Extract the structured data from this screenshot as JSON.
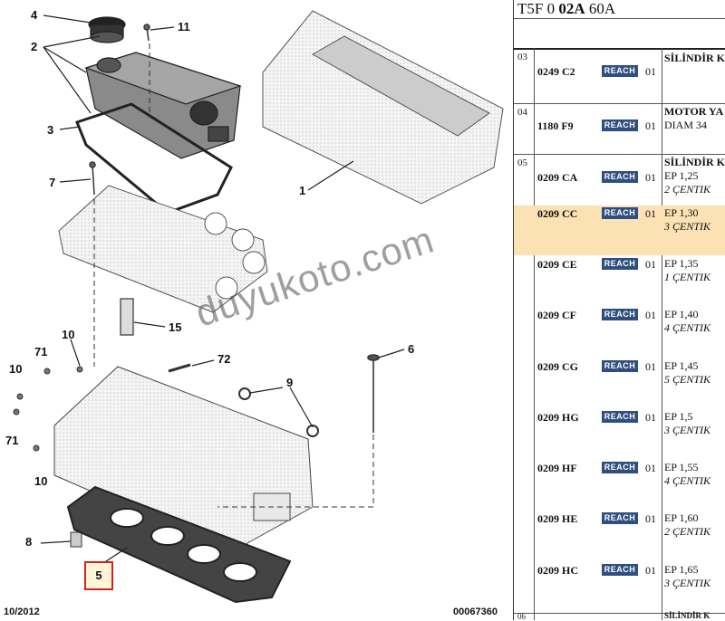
{
  "diagram": {
    "callouts": [
      "4",
      "2",
      "11",
      "3",
      "7",
      "1",
      "15",
      "10",
      "71",
      "72",
      "6",
      "10",
      "9",
      "71",
      "10",
      "8",
      "5"
    ],
    "date": "10/2012",
    "ref": "00067360",
    "watermark": "duyukoto.com"
  },
  "panel": {
    "title_prefix": "T5F 0 ",
    "title_bold": "02A",
    "title_suffix": " 60A",
    "rows": [
      {
        "group": "03",
        "code": "0249 C2",
        "qty": "01",
        "desc1": "SİLİNDİR K",
        "desc2": "",
        "bold": true,
        "highlight": false
      },
      {
        "group": "04",
        "code": "1180 F9",
        "qty": "01",
        "desc1": "MOTOR YA",
        "desc2": "DIAM 34",
        "bold": true,
        "highlight": false
      },
      {
        "group": "05",
        "code": "0209 CA",
        "qty": "01",
        "desc1": "SİLİNDİR K",
        "desc2": "EP 1,25",
        "desc3": "2 ÇENTIK",
        "bold": true,
        "highlight": false
      },
      {
        "group": "",
        "code": "0209 CC",
        "qty": "01",
        "desc1": "EP 1,30",
        "desc2": "3 ÇENTIK",
        "highlight": true
      },
      {
        "group": "",
        "code": "0209 CE",
        "qty": "01",
        "desc1": "EP 1,35",
        "desc2": "1 ÇENTIK",
        "highlight": false
      },
      {
        "group": "",
        "code": "0209 CF",
        "qty": "01",
        "desc1": "EP 1,40",
        "desc2": "4 ÇENTIK",
        "highlight": false
      },
      {
        "group": "",
        "code": "0209 CG",
        "qty": "01",
        "desc1": "EP 1,45",
        "desc2": "5 ÇENTIK",
        "highlight": false
      },
      {
        "group": "",
        "code": "0209 HG",
        "qty": "01",
        "desc1": "EP 1,5",
        "desc2": "3 ÇENTIK",
        "highlight": false
      },
      {
        "group": "",
        "code": "0209 HF",
        "qty": "01",
        "desc1": "EP 1,55",
        "desc2": "4 ÇENTIK",
        "highlight": false
      },
      {
        "group": "",
        "code": "0209 HE",
        "qty": "01",
        "desc1": "EP 1,60",
        "desc2": "2 ÇENTIK",
        "highlight": false
      },
      {
        "group": "",
        "code": "0209 HC",
        "qty": "01",
        "desc1": "EP 1,65",
        "desc2": "3 ÇENTIK",
        "highlight": false
      }
    ],
    "badge": "REACH",
    "last_group": "06",
    "last_desc": "SİLİNDİR K"
  }
}
